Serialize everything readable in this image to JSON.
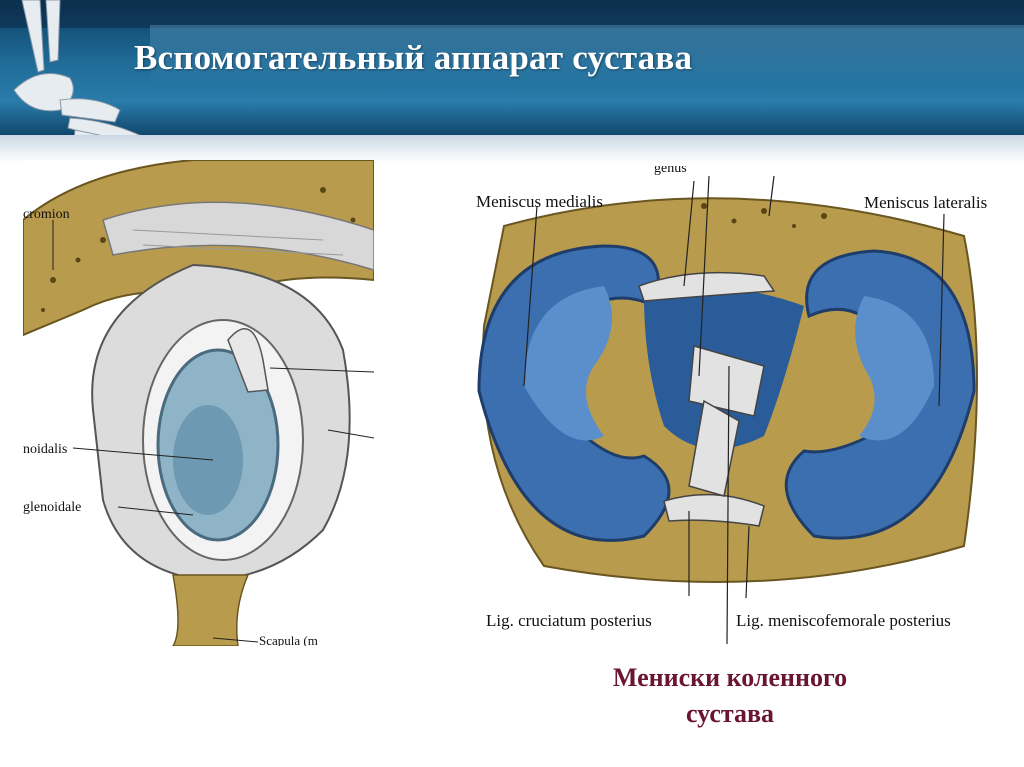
{
  "slide": {
    "title": "Вспомогательный аппарат сустава",
    "caption": {
      "line1": "Мениски коленного",
      "line2": "сустава"
    }
  },
  "figure_left": {
    "labels": {
      "acromion": "cromion",
      "glenoidalis": "noidalis",
      "labrum": "glenoidale",
      "scapula": "Scapula (m"
    }
  },
  "figure_right": {
    "labels": {
      "top": "genus",
      "meniscus_medialis": "Meniscus medialis",
      "meniscus_lateralis": "Meniscus lateralis",
      "lig_cruciatum_posterius": "Lig. cruciatum posterius",
      "lig_meniscofemorale_posterius": "Lig. meniscofemorale posterius"
    }
  },
  "colors": {
    "header": "#1f6a96",
    "caption": "#6a1532",
    "meniscus_blue": "#3c6fb0",
    "bone": "#b89b4c"
  }
}
